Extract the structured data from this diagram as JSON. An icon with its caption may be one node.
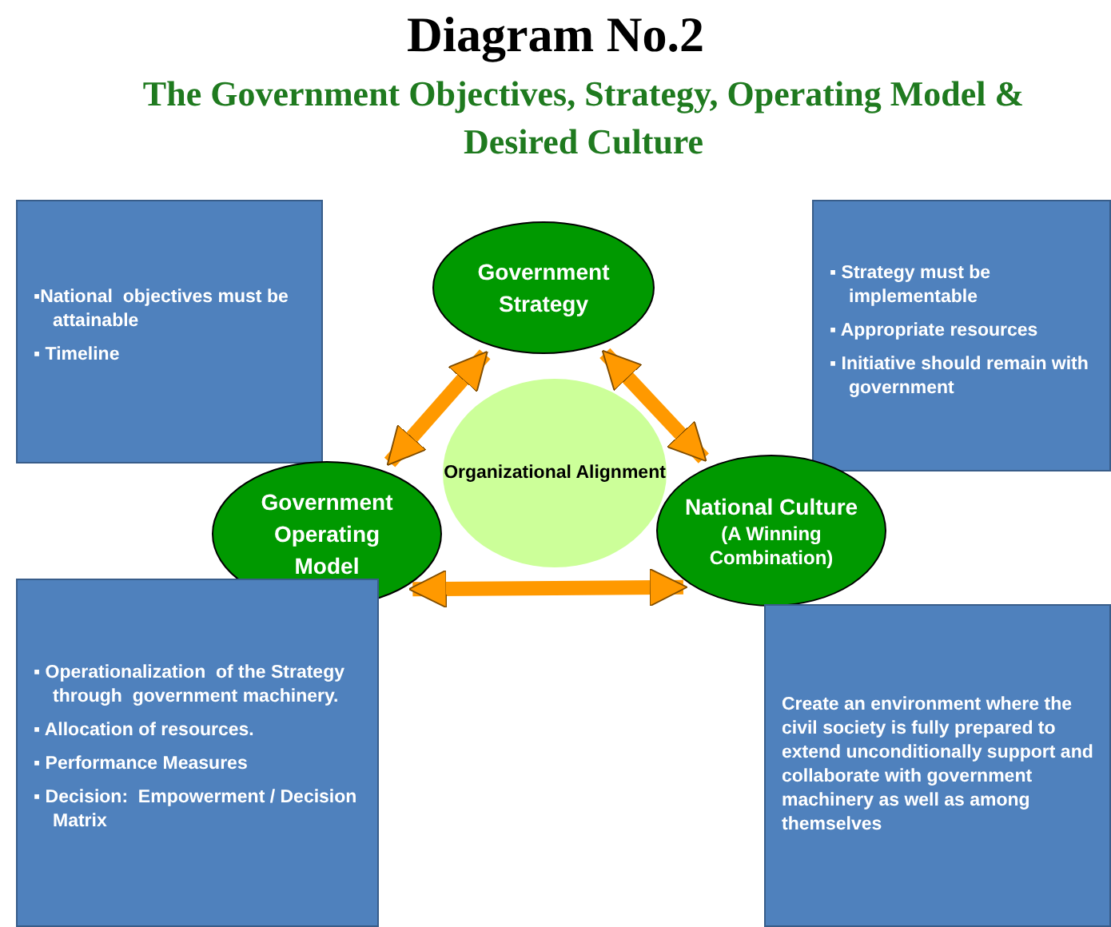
{
  "diagram": {
    "title": "Diagram No.2",
    "nodes": [
      {
        "text": [
          "▪National  objectives must be attainable",
          "▪ Timeline"
        ]
      },
      {
        "text": [
          "Government Strategy"
        ]
      },
      {
        "text": [
          "▪ Strategy must be implementable",
          "▪ Appropriate resources",
          "▪ Initiative should remain with government"
        ]
      },
      {
        "text": [
          "Organizational Alignment"
        ]
      },
      {
        "text": [
          "Government Operating Model"
        ]
      },
      {
        "text": [
          "National Culture",
          "(A Winning Combination)"
        ]
      },
      {
        "text": [
          "▪ Operationalization  of the Strategy through  government machinery.",
          "▪ Allocation of resources.",
          "▪ Performance Measures",
          "▪ Decision:  Empowerment / Decision Matrix"
        ]
      },
      {
        "text": [
          "Create an environment where the civil society is fully prepared to extend unconditionally support and collaborate with government machinery as well as among themselves"
        ]
      }
    ],
    "edges": [
      {
        "from": 1,
        "to": 4,
        "arrow": "both"
      },
      {
        "from": 1,
        "to": 5,
        "arrow": "both"
      },
      {
        "from": 4,
        "to": 5,
        "arrow": "both"
      }
    ],
    "labels": [
      "The Government Objectives, Strategy, Operating Model & Desired Culture"
    ]
  }
}
